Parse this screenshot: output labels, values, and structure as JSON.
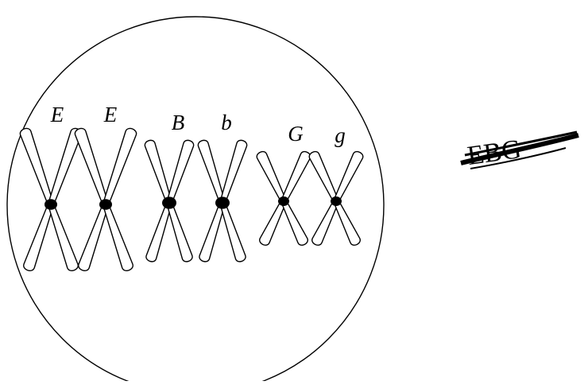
{
  "cell": {
    "chromosomes": [
      {
        "allele": "E"
      },
      {
        "allele": "E"
      },
      {
        "allele": "B"
      },
      {
        "allele": "b"
      },
      {
        "allele": "G"
      },
      {
        "allele": "g"
      }
    ]
  },
  "annotation": {
    "text": "EBG"
  }
}
